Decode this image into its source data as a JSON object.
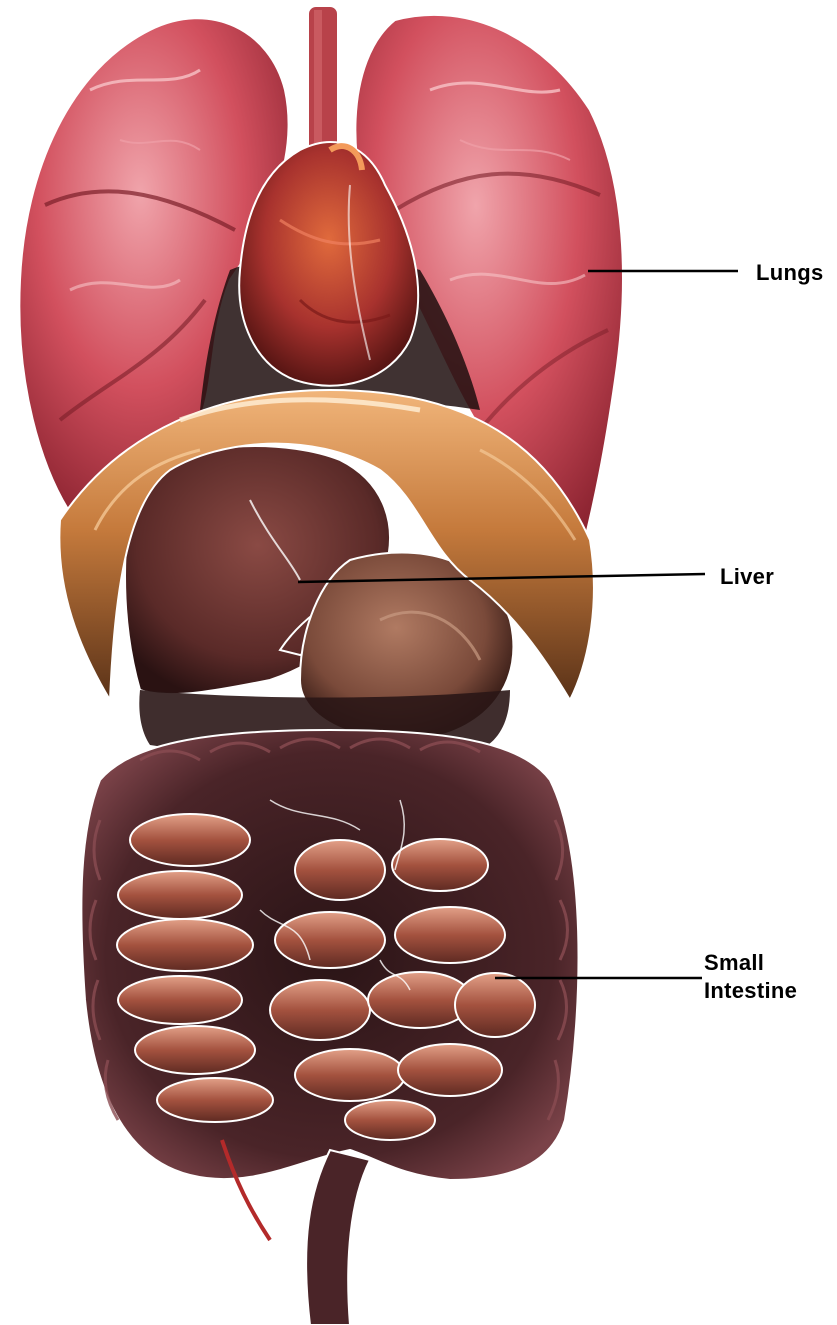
{
  "labels": {
    "lungs": "Lungs",
    "liver": "Liver",
    "small_intestine_line1": "Small",
    "small_intestine_line2": "Intestine"
  },
  "colors": {
    "lung": "#d2505e",
    "lung_light": "#ec9aa2",
    "heart": "#a8322e",
    "diaphragm": "#c57a3c",
    "liver": "#5a2a28",
    "stomach": "#8a5a48",
    "large_intestine": "#5c2f33",
    "small_intestine": "#a4523f",
    "small_intestine_light": "#d48c74",
    "shadow": "#1e0e0e",
    "leader_line": "#000000"
  },
  "icons": [
    "lungs-illustration",
    "heart-illustration",
    "liver-illustration",
    "stomach-illustration",
    "large-intestine-illustration",
    "small-intestine-illustration"
  ]
}
